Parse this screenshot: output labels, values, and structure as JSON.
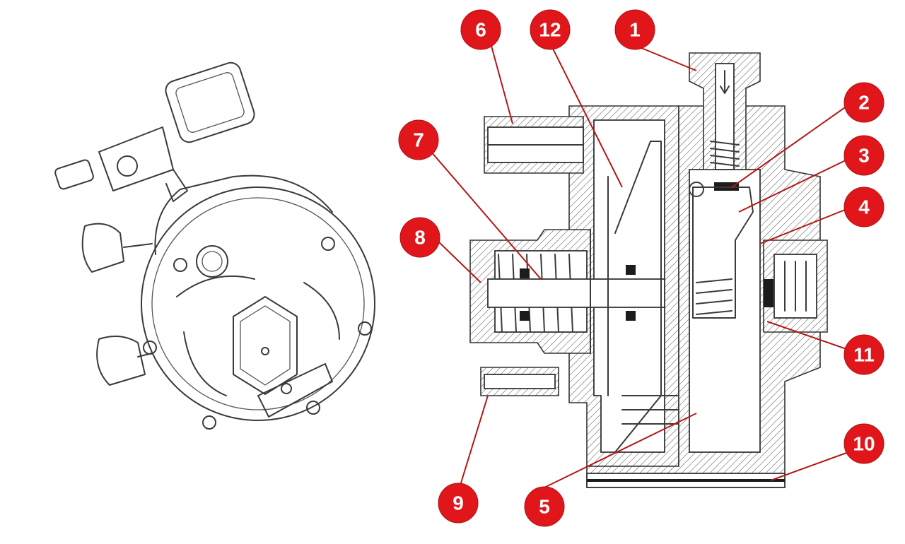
{
  "callouts": [
    {
      "id": "callout-1",
      "label": "1",
      "color": "#e0161b"
    },
    {
      "id": "callout-2",
      "label": "2",
      "color": "#e0161b"
    },
    {
      "id": "callout-3",
      "label": "3",
      "color": "#e0161b"
    },
    {
      "id": "callout-4",
      "label": "4",
      "color": "#e0161b"
    },
    {
      "id": "callout-5",
      "label": "5",
      "color": "#e0161b"
    },
    {
      "id": "callout-6",
      "label": "6",
      "color": "#e0161b"
    },
    {
      "id": "callout-7",
      "label": "7",
      "color": "#e0161b"
    },
    {
      "id": "callout-8",
      "label": "8",
      "color": "#e0161b"
    },
    {
      "id": "callout-9",
      "label": "9",
      "color": "#e0161b"
    },
    {
      "id": "callout-10",
      "label": "10",
      "color": "#e0161b"
    },
    {
      "id": "callout-11",
      "label": "11",
      "color": "#e0161b"
    },
    {
      "id": "callout-12",
      "label": "12",
      "color": "#e0161b"
    }
  ],
  "colors": {
    "badge": "#e0161b",
    "line": "#3a3a3a",
    "background": "#ffffff"
  }
}
